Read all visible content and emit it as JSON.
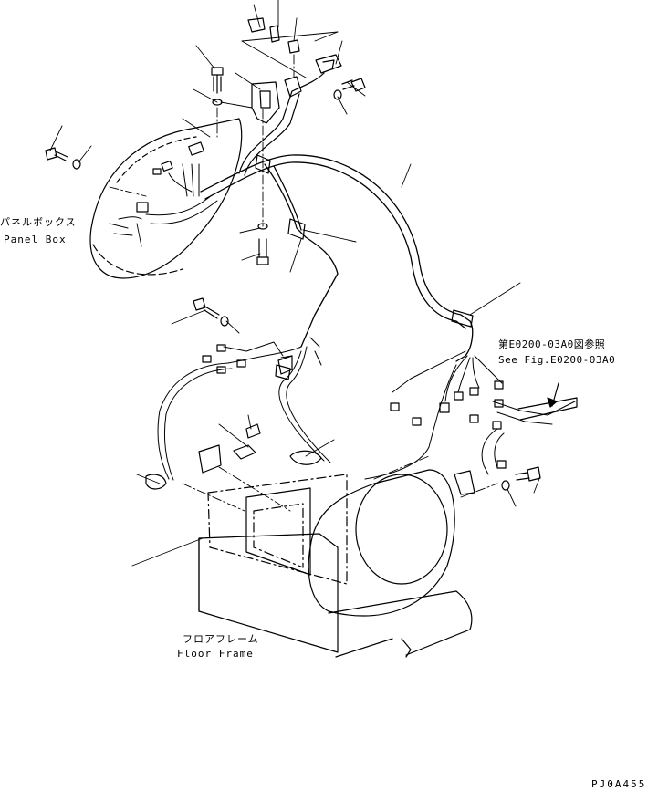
{
  "labels": {
    "panel_box_jp": "パネルボックス",
    "panel_box_en": "Panel Box",
    "see_fig_jp": "第E0200-03A0図参照",
    "see_fig_en": "See Fig.E0200-03A0",
    "floor_frame_jp": "フロアフレーム",
    "floor_frame_en": "Floor Frame",
    "drawing_code": "PJ0A455"
  }
}
